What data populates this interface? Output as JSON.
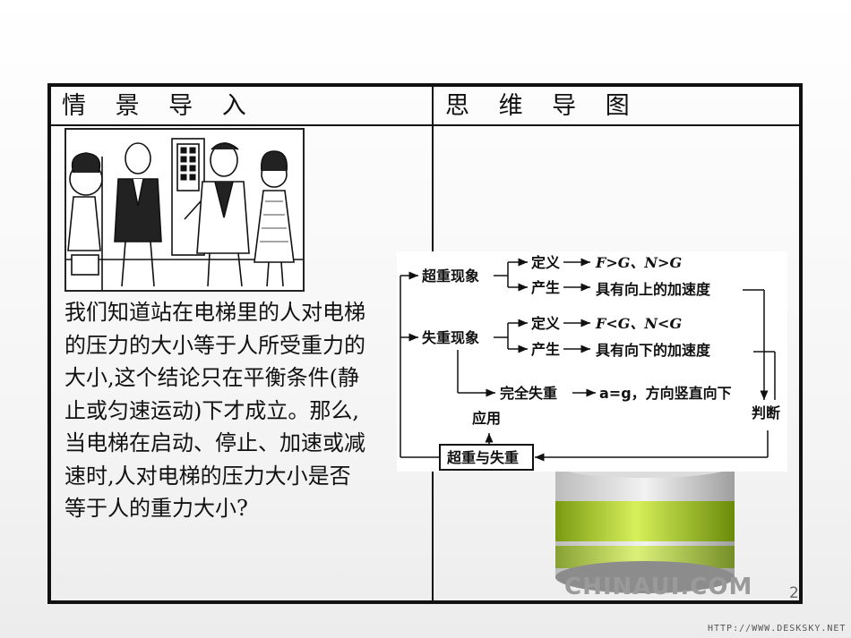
{
  "header": {
    "left": "情 景 导 入",
    "right": "思 维 导 图"
  },
  "paragraph": "我们知道站在电梯里的人对电梯的压力的大小等于人所受重力的大小,这个结论只在平衡条件(静止或匀速运动)下才成立。那么,当电梯在启动、停止、加速或减速时,人对电梯的压力大小是否等于人的重力大小?",
  "mindmap": {
    "chaozhong": "超重现象",
    "shizhong": "失重现象",
    "dingyi1": "定义",
    "dingyi2": "定义",
    "chansheng1": "产生",
    "chansheng2": "产生",
    "def_over": "F>G、N>G",
    "def_under": "F<G、N<G",
    "accel_up": "具有向上的加速度",
    "accel_down": "具有向下的加速度",
    "wanquan": "完全失重",
    "wanquan_desc": "a=g，方向竖直向下",
    "yingyong": "应用",
    "panduan": "判断",
    "center": "超重与失重"
  },
  "watermark": {
    "brand": "CHINAUI.COM",
    "url": "HTTP://WWW.DESKSKY.NET"
  },
  "page_number": "2"
}
